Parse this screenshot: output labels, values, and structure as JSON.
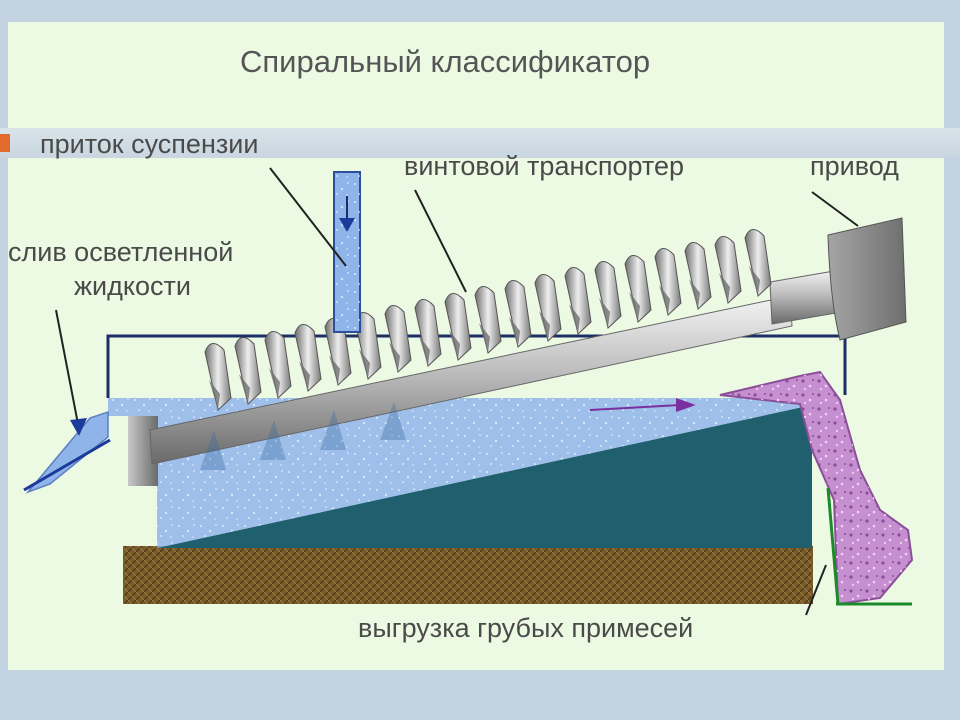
{
  "title": "Спиральный классификатор",
  "labels": {
    "inflow": "приток суспензии",
    "screw": "винтовой транспортер",
    "drive": "привод",
    "overflow_line1": "слив осветленной",
    "overflow_line2": "жидкости",
    "discharge": "выгрузка грубых примесей"
  },
  "colors": {
    "slide_bg": "#ecfae4",
    "outer_bg": "#c3d3e2",
    "liquid": "#8fb4ea",
    "tank_bed": "#1f5f6e",
    "ground": "#7a5c2a",
    "sludge": "#c68fd0",
    "frame": "#1b2f66",
    "drive": "#8a8a8a",
    "discharge_line": "#1b8a2a"
  },
  "icons": [
    "flow-arrow-icon"
  ]
}
